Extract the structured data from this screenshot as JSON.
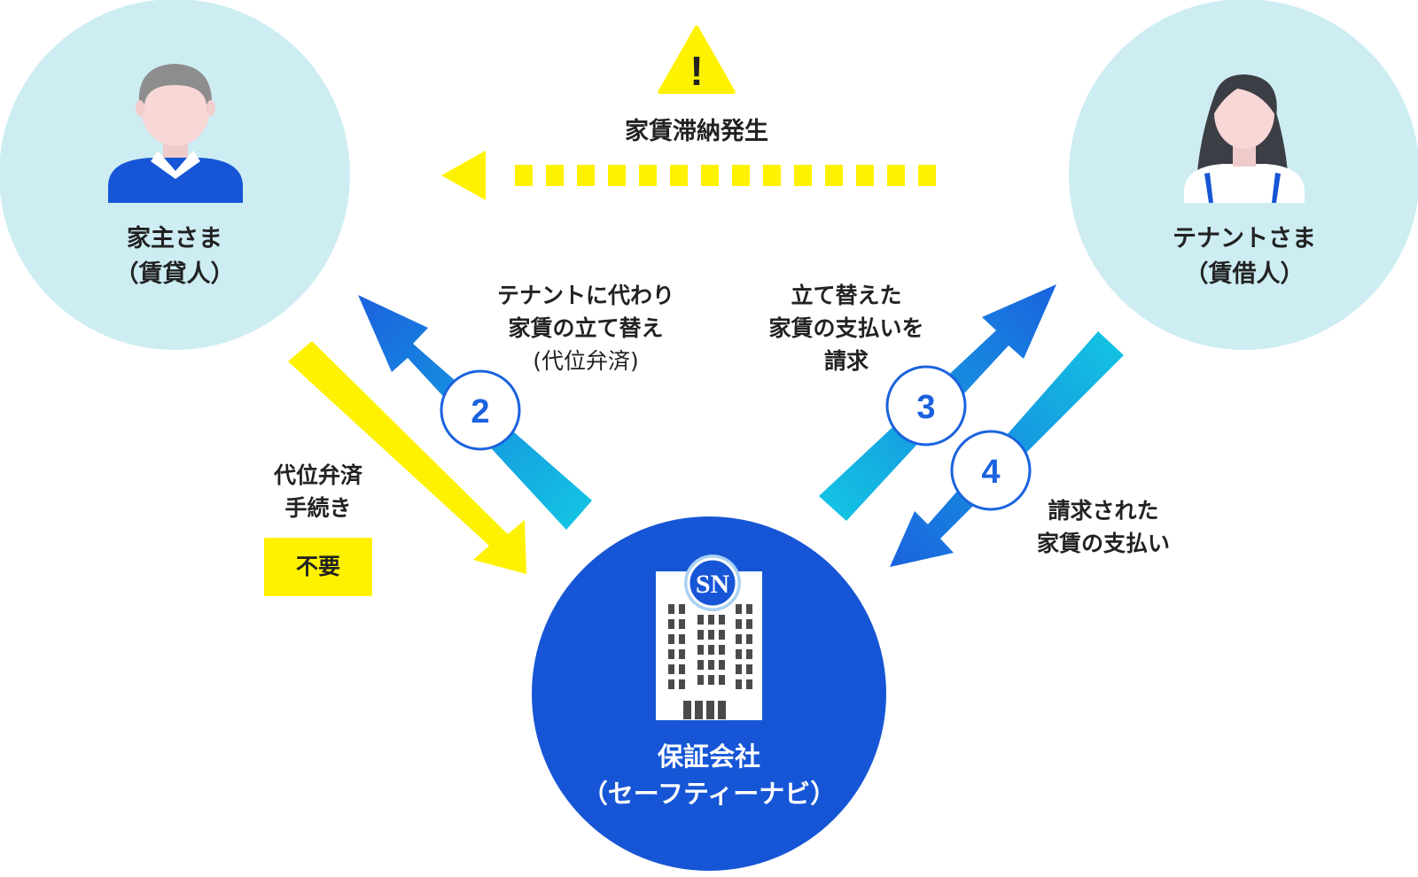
{
  "colors": {
    "circle_light": "#cdedf3",
    "company_blue": "#1656d6",
    "warning_yellow": "#fff200",
    "arrow_blue": "#1a62de",
    "arrow_cyan": "#13c2e2"
  },
  "alert": {
    "symbol": "!",
    "label": "家賃滞納発生"
  },
  "landlord": {
    "name": "家主さま",
    "role": "（賃貸人）"
  },
  "tenant": {
    "name": "テナントさま",
    "role": "（賃借人）"
  },
  "company": {
    "name": "保証会社",
    "brand": "（セーフティーナビ）",
    "logo_text": "SN"
  },
  "steps": {
    "step1": {
      "lines": [
        "代位弁済",
        "手続き"
      ],
      "badge": "不要"
    },
    "step2": {
      "number": "2",
      "lines": [
        "テナントに代わり",
        "家賃の立て替え"
      ],
      "note": "(代位弁済)"
    },
    "step3": {
      "number": "3",
      "lines": [
        "立て替えた",
        "家賃の支払いを",
        "請求"
      ]
    },
    "step4": {
      "number": "4",
      "lines": [
        "請求された",
        "家賃の支払い"
      ]
    }
  }
}
